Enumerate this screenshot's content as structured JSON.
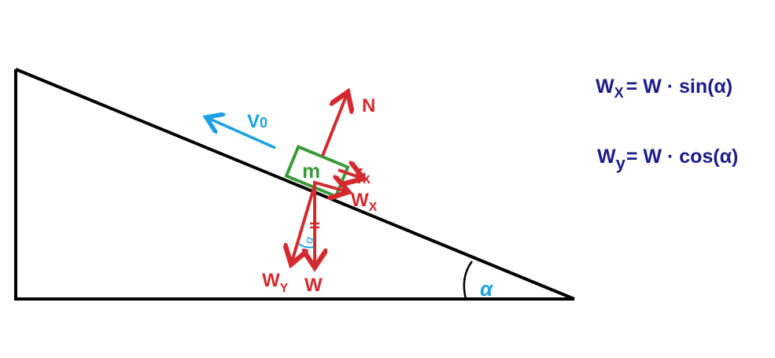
{
  "diagram": {
    "block_label": "m",
    "forces": {
      "normal": "N",
      "friction": "f",
      "friction_sub": "k",
      "weight_x": "W",
      "weight_x_sub": "X",
      "weight_y": "W",
      "weight_y_sub": "Y",
      "weight": "W"
    },
    "velocity": {
      "label": "V",
      "sub": "0"
    },
    "angle_symbol": "α",
    "formulas": [
      {
        "lhs": "W",
        "sub": "X",
        "rhs": "= W · sin(α)"
      },
      {
        "lhs": "W",
        "sub": "y",
        "rhs": "= W · cos(α)"
      }
    ],
    "colors": {
      "force": "#d42a2f",
      "velocity": "#1aa0e3",
      "block": "#3a9a3a",
      "formula": "#1c1c8a",
      "incline": "#000000"
    }
  }
}
